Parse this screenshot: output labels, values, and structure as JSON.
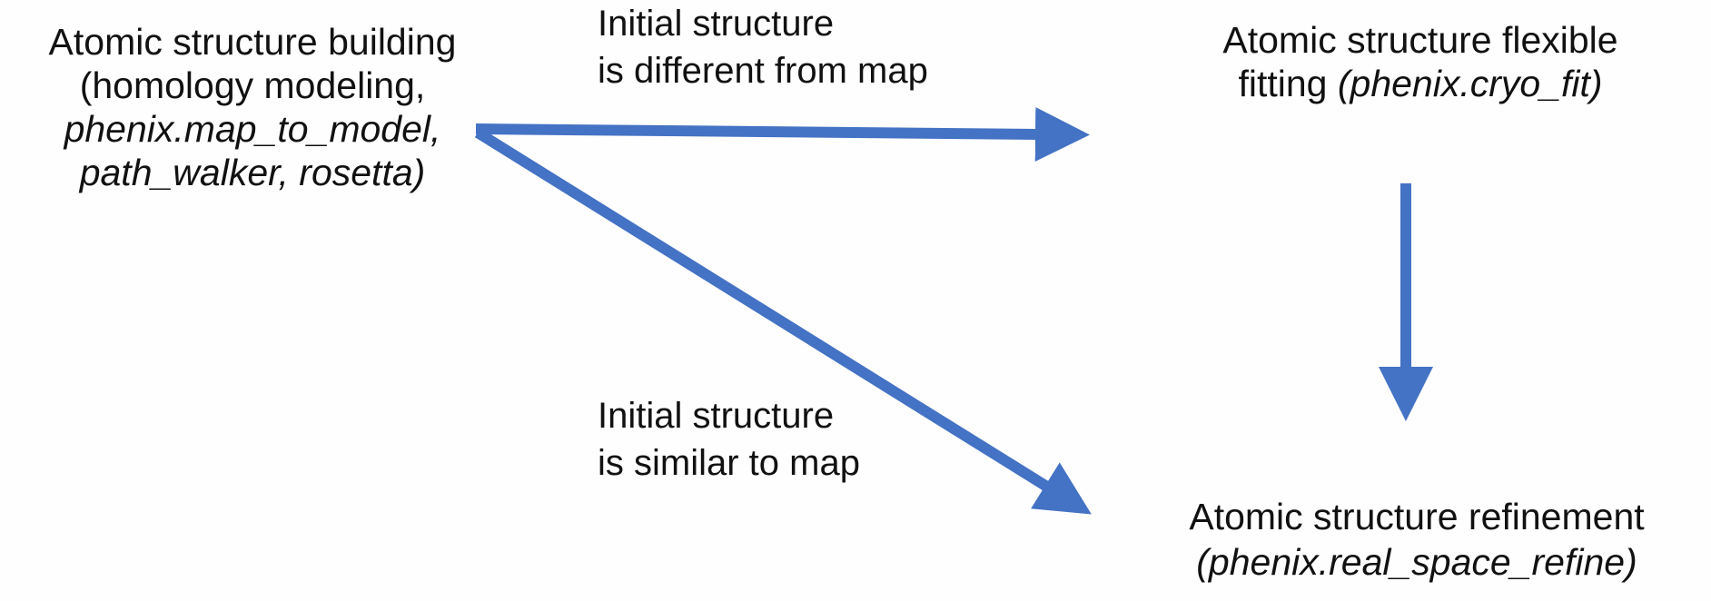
{
  "colors": {
    "arrow": "#4472C4",
    "text": "#111111",
    "background": "#fefefe"
  },
  "nodes": {
    "structure_building": {
      "line1": "Atomic structure building",
      "line2": "(homology modeling,",
      "line3": "phenix.map_to_model,",
      "line4": "path_walker, rosetta)"
    },
    "flexible_fitting": {
      "line1": "Atomic structure flexible",
      "line2_prefix": "fitting ",
      "line2_italic": "(phenix.cryo_fit)"
    },
    "refinement": {
      "line1": "Atomic structure refinement",
      "line2": "(phenix.real_space_refine)"
    }
  },
  "edge_labels": {
    "different": {
      "line1": "Initial structure",
      "line2": "is different from map"
    },
    "similar": {
      "line1": "Initial structure",
      "line2": "is similar to map"
    }
  },
  "arrows": [
    {
      "name": "building-to-fitting"
    },
    {
      "name": "building-to-refinement"
    },
    {
      "name": "fitting-to-refinement"
    }
  ]
}
